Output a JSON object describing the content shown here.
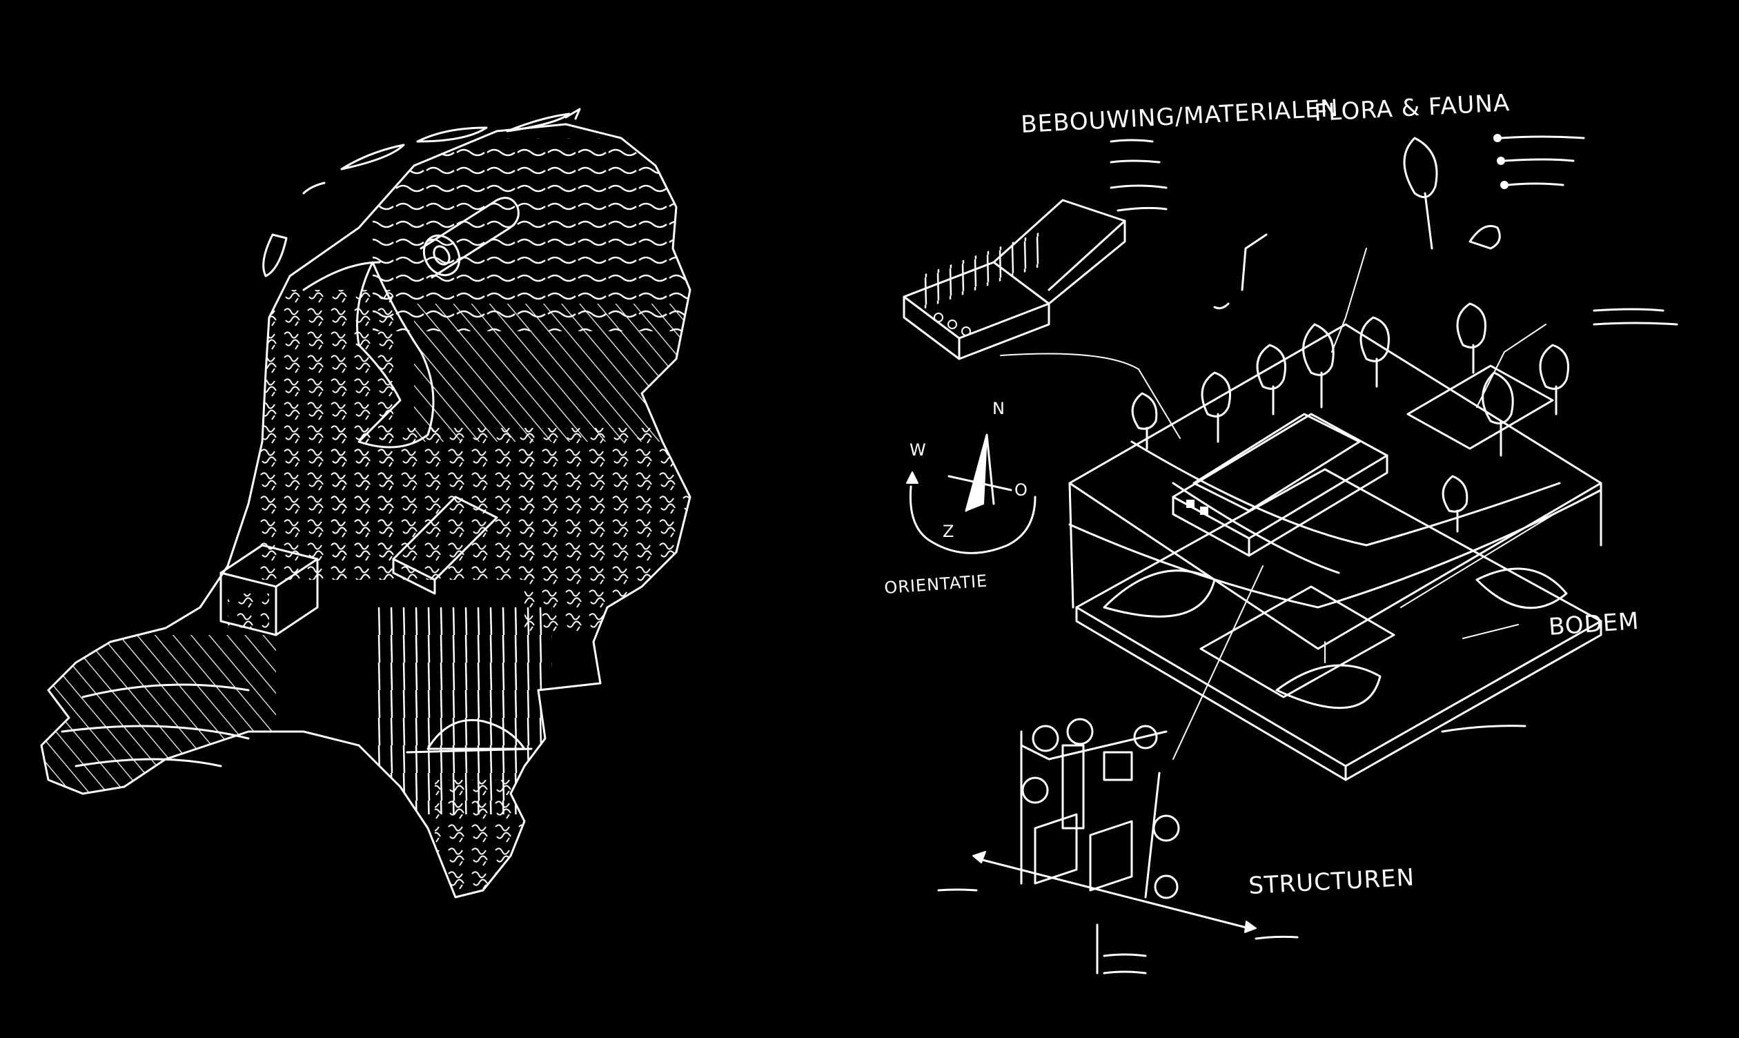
{
  "labels": {
    "bebouwing": "BEBOUWING/MATERIALEN",
    "flora": "FLORA & FAUNA",
    "orientatie": "ORIENTATIE",
    "bodem": "BODEM",
    "structuren": "STRUCTUREN",
    "compass": {
      "n": "N",
      "w": "W",
      "o": "O",
      "z": "Z"
    }
  },
  "style": {
    "background": "#000000",
    "ink": "#ffffff"
  }
}
